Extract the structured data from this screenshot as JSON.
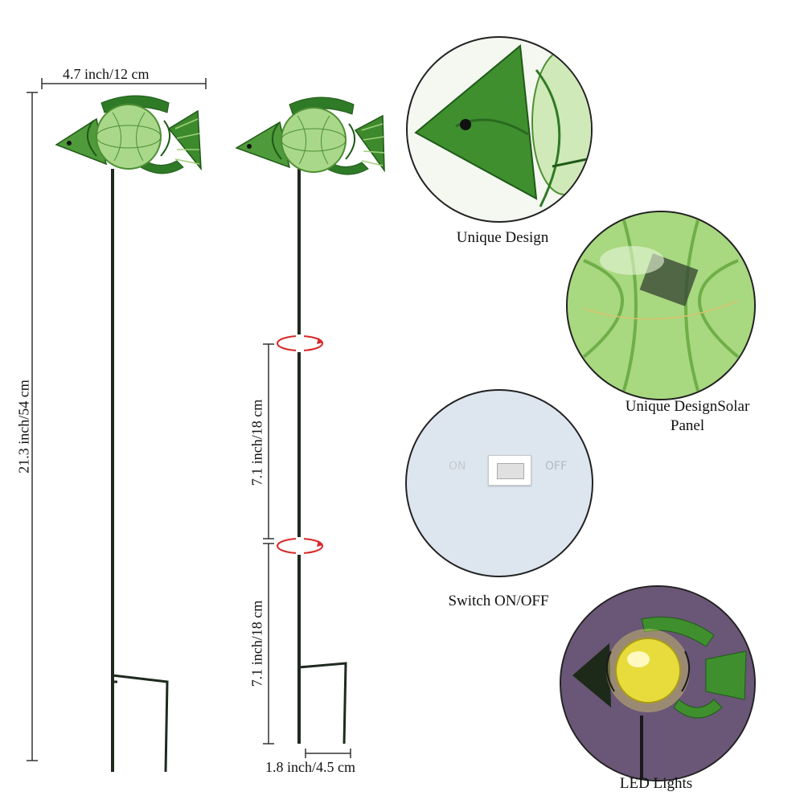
{
  "dimensions": {
    "width_label": "4.7 inch/12 cm",
    "height_label": "21.3 inch/54 cm",
    "segment_upper_label": "7.1 inch/18 cm",
    "segment_lower_label": "7.1 inch/18 cm",
    "stake_width_label": "1.8 inch/4.5 cm"
  },
  "features": [
    {
      "caption": "Unique Design",
      "icon": "fish-head-closeup"
    },
    {
      "caption": "Unique DesignSolar\nPanel",
      "icon": "solar-globe-closeup"
    },
    {
      "caption": "Switch ON/OFF",
      "icon": "power-switch-closeup"
    },
    {
      "caption": "LED Lights",
      "icon": "lit-fish-lamp-closeup"
    }
  ],
  "switch": {
    "on_text": "ON",
    "off_text": "OFF"
  },
  "colors": {
    "fish_green": "#3f8f2f",
    "globe_green": "#9bd36a",
    "night_bg": "#6e5a78",
    "rotate_arrow": "#d62a2a"
  }
}
